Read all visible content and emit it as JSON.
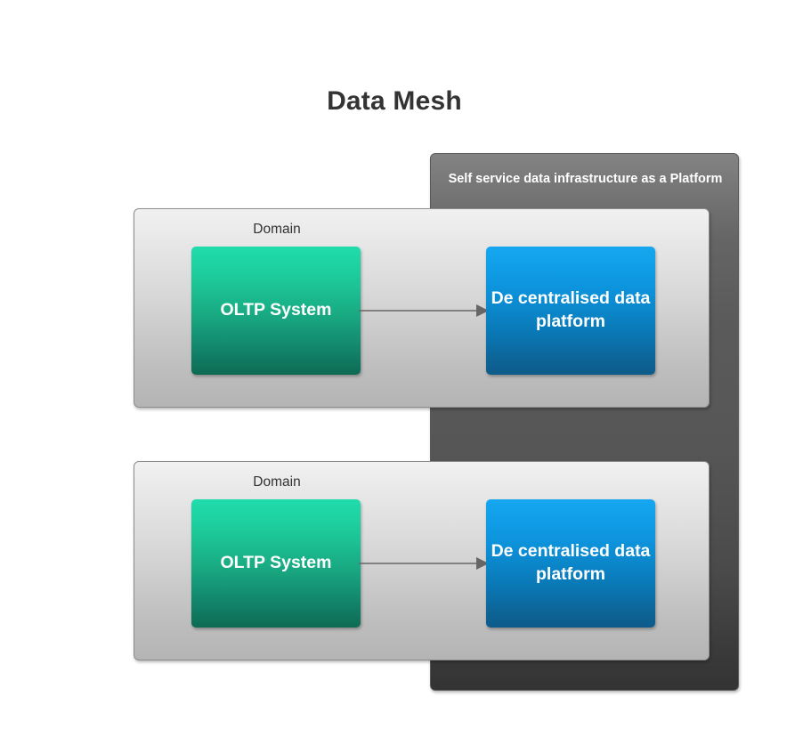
{
  "title": "Data Mesh",
  "platform_panel": {
    "label": "Self service data infrastructure as a Platform",
    "color_top": "#808080",
    "color_bottom": "#333333"
  },
  "domains": [
    {
      "label": "Domain",
      "color_top": "#f0f0f0",
      "color_bottom": "#b3b3b3",
      "nodes": {
        "source": {
          "label": "OLTP System",
          "color_top": "#1ed9ad",
          "color_bottom": "#0e6b52"
        },
        "target": {
          "label": "De centralised data platform",
          "color_top": "#15a5ef",
          "color_bottom": "#0d5b8a"
        }
      },
      "connector": {
        "icon": "arrow-right-icon",
        "direction": "right",
        "color": "#666666"
      }
    },
    {
      "label": "Domain",
      "color_top": "#f0f0f0",
      "color_bottom": "#b3b3b3",
      "nodes": {
        "source": {
          "label": "OLTP System",
          "color_top": "#1ed9ad",
          "color_bottom": "#0e6b52"
        },
        "target": {
          "label": "De centralised data platform",
          "color_top": "#15a5ef",
          "color_bottom": "#0d5b8a"
        }
      },
      "connector": {
        "icon": "arrow-right-icon",
        "direction": "right",
        "color": "#666666"
      }
    }
  ]
}
